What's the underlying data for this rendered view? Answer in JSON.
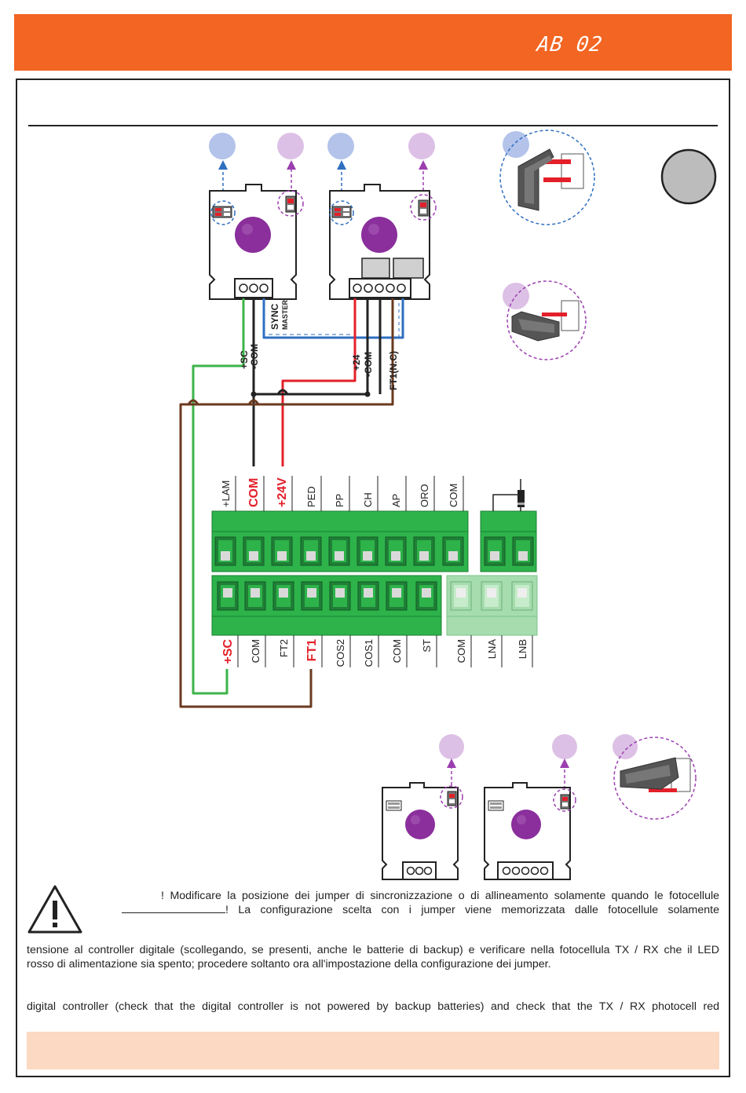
{
  "header": {
    "code": "AB 02",
    "bg_color": "#f26522"
  },
  "terminals_top": [
    "+LAM",
    "COM",
    "+24V",
    "PED",
    "PP",
    "CH",
    "AP",
    "ORO",
    "COM"
  ],
  "terminals_top_highlight": [
    "COM",
    "+24V"
  ],
  "terminals_bottom": [
    "+SC",
    "COM",
    "FT2",
    "FT1",
    "COS2",
    "COS1",
    "COM",
    "ST",
    "COM",
    "LNA",
    "LNB"
  ],
  "terminals_bottom_highlight": [
    "+SC",
    "FT1"
  ],
  "wire_labels": {
    "tx_sc": "+SC",
    "tx_com": "-COM",
    "sync": "SYNC",
    "master": "MASTER",
    "rx_24": "+24",
    "rx_com": "-COM",
    "rx_ft1": "FT1(N.C)"
  },
  "colors": {
    "accent": "#f26522",
    "terminal_green": "#2db34a",
    "wire_green": "#3cb44a",
    "wire_red": "#e3202a",
    "wire_blue": "#2f6fc0",
    "wire_brown": "#6b3a1f",
    "knob_purple": "#8a2f9b",
    "bubble_blue": "#b3c3ea",
    "bubble_violet": "#ddc0e6"
  },
  "warning": {
    "it_line1": "! Modificare la posizione dei jumper di sincronizzazione o di allineamento solamente quando le fotocellule",
    "it_line2": "! La configurazione scelta con i jumper viene memorizzata dalle fotocellule solamente",
    "it_line3": "tensione al controller digitale (scollegando, se presenti, anche le batterie di backup) e verificare nella fotocellula TX / RX che il LED",
    "it_line4": "rosso di alimentazione sia spento; procedere soltanto ora all'impostazione della configurazione dei jumper.",
    "en_line1": "digital controller (check that the digital controller is not powered by backup batteries) and check that the TX / RX photocell red"
  }
}
